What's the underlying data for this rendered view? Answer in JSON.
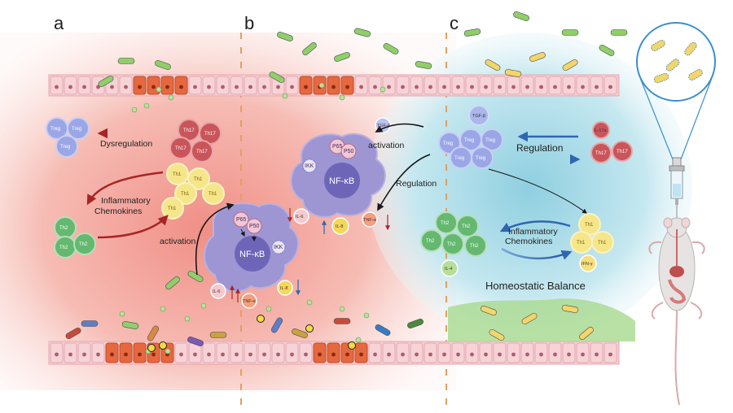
{
  "figure": {
    "panels": {
      "a": "a",
      "b": "b",
      "c": "c"
    },
    "labels": {
      "dysregulation": "Dysregulation",
      "inflammatory": "Inflammatory",
      "chemokines": "Chemokines",
      "activation_left": "activation",
      "activation_right": "activation",
      "regulation_mid": "Regulation",
      "regulation_right": "Regulation",
      "inflammatory_c": "Inflammatory",
      "chemokines_c": "Chemokines",
      "homeostatic": "Homeostatic Balance"
    },
    "nfkb": {
      "name": "NF-κB",
      "p65": "P65",
      "p50": "P50",
      "ikk": "IKK"
    },
    "cells": {
      "treg": "Treg",
      "th17": "Th17",
      "th1": "Th1",
      "th2": "Th2"
    },
    "cytokines": {
      "il6": "IL-6",
      "il8": "IL-8",
      "tnf": "TNF-α",
      "tgf": "TGF-β",
      "il17a": "IL-17a",
      "il4": "IL-4",
      "ifn": "IFN-γ"
    },
    "colors": {
      "inflamed_bg": "#f3a29a",
      "homeostatic_bg": "#a9dbe6",
      "treg": "#8f9de0",
      "th17": "#c8484c",
      "th1": "#f3e27a",
      "th2": "#5fb86a",
      "macrophage": "#9a93cf",
      "nucleus": "#6a64b5",
      "epithelium": "#f3c7cc",
      "damaged_epithelium": "#e1633b",
      "mucus": "#9bd08a",
      "probiotic": "#f2d56b",
      "regulation_arrow": "#2f66b0",
      "inflammation_arrow": "#b02a2a"
    }
  }
}
